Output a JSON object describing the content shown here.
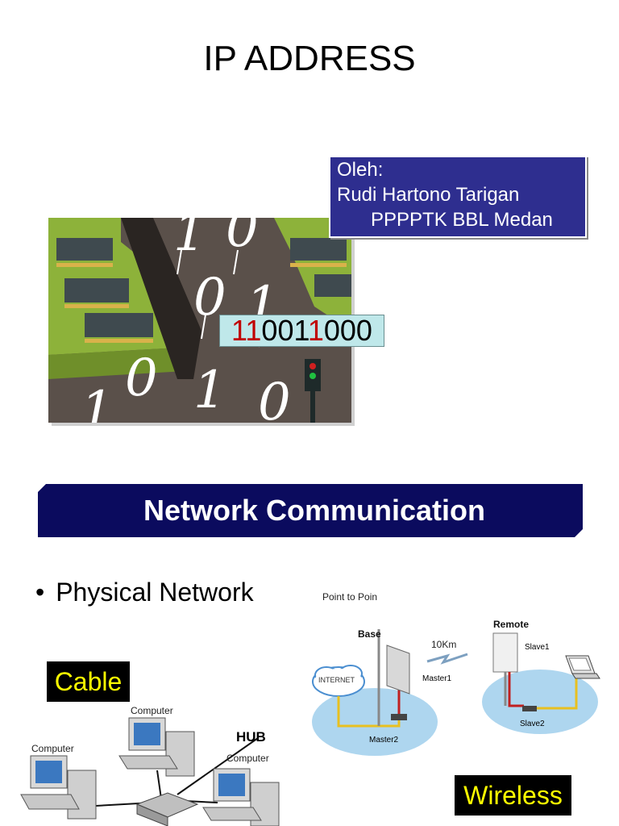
{
  "slide1": {
    "title": "IP ADDRESS",
    "author": {
      "line1": "Oleh:",
      "line2": "Rudi Hartono Tarigan",
      "line3": "PPPPTK BBL Medan"
    },
    "binary": {
      "part1": "11",
      "part2": "001",
      "part3": "1",
      "part4": "000"
    }
  },
  "slide2": {
    "banner_title": "Network Communication",
    "bullet": "Physical Network",
    "cable_label": "Cable",
    "wireless_label": "Wireless",
    "cable_diagram": {
      "computer_left": "Computer",
      "computer_top": "Computer",
      "computer_right": "Computer",
      "hub": "HUB"
    },
    "wireless_diagram": {
      "heading": "Point to Poin",
      "base": "Base",
      "remote": "Remote",
      "distance": "10Km",
      "internet": "INTERNET",
      "master1": "Master1",
      "master2": "Master2",
      "slave1": "Slave1",
      "slave2": "Slave2"
    }
  },
  "colors": {
    "author_bg": "#2e2e8f",
    "banner_bg": "#0b0b5e",
    "binary_bg": "#bfe8ea",
    "binary_highlight": "#c00000",
    "label_bg": "#000000",
    "label_text": "#ffff00",
    "board_green": "#8db23a"
  }
}
